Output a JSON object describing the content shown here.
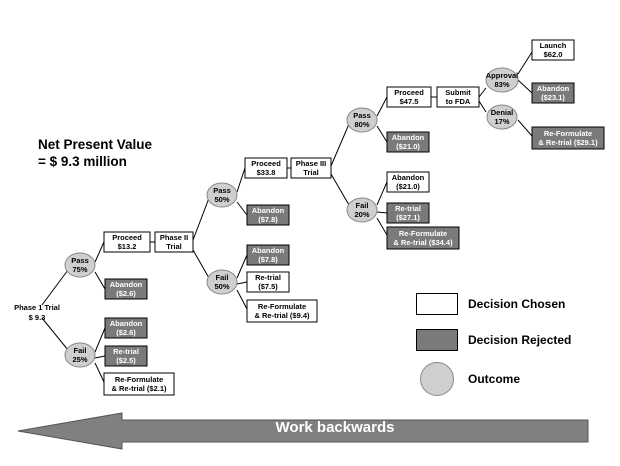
{
  "npv": {
    "line1": "Net Present Value",
    "line2": "= $ 9.3 million"
  },
  "root": {
    "line1": "Phase 1 Trial",
    "line2": "$ 9.3"
  },
  "boxes": [
    {
      "id": "p1-proceed",
      "lines": [
        "Proceed",
        "$13.2"
      ],
      "rejected": false
    },
    {
      "id": "p1-phase2",
      "lines": [
        "Phase II",
        "Trial"
      ],
      "rejected": false
    },
    {
      "id": "p1-abandon-pass",
      "lines": [
        "Abandon",
        "($2.6)"
      ],
      "rejected": true
    },
    {
      "id": "p1-abandon-fail",
      "lines": [
        "Abandon",
        "($2.6)"
      ],
      "rejected": true
    },
    {
      "id": "p1-retrial",
      "lines": [
        "Re-trial",
        "($2.5)"
      ],
      "rejected": true
    },
    {
      "id": "p1-reform",
      "lines": [
        "Re-Formulate",
        "& Re-trial ($2.1)"
      ],
      "rejected": false
    },
    {
      "id": "p2-proceed",
      "lines": [
        "Proceed",
        "$33.8"
      ],
      "rejected": false
    },
    {
      "id": "p2-phase3",
      "lines": [
        "Phase III",
        "Trial"
      ],
      "rejected": false
    },
    {
      "id": "p2-abandon-pass",
      "lines": [
        "Abandon",
        "($7.8)"
      ],
      "rejected": true
    },
    {
      "id": "p2-abandon-fail",
      "lines": [
        "Abandon",
        "($7.8)"
      ],
      "rejected": true
    },
    {
      "id": "p2-retrial",
      "lines": [
        "Re-trial",
        "($7.5)"
      ],
      "rejected": false
    },
    {
      "id": "p2-reform",
      "lines": [
        "Re-Formulate",
        "& Re-trial ($9.4)"
      ],
      "rejected": false
    },
    {
      "id": "p3-proceed",
      "lines": [
        "Proceed",
        "$47.5"
      ],
      "rejected": false
    },
    {
      "id": "p3-submit",
      "lines": [
        "Submit",
        "to FDA"
      ],
      "rejected": false
    },
    {
      "id": "p3-abandon-pass",
      "lines": [
        "Abandon",
        "($21.0)"
      ],
      "rejected": true
    },
    {
      "id": "p3-abandon-fail",
      "lines": [
        "Abandon",
        "($21.0)"
      ],
      "rejected": false
    },
    {
      "id": "p3-retrial",
      "lines": [
        "Re-trial",
        "($27.1)"
      ],
      "rejected": true
    },
    {
      "id": "p3-reform",
      "lines": [
        "Re-Formulate",
        "& Re-trial ($34.4)"
      ],
      "rejected": true
    },
    {
      "id": "launch",
      "lines": [
        "Launch",
        "$62.0"
      ],
      "rejected": false
    },
    {
      "id": "denial-abandon",
      "lines": [
        "Abandon",
        "($23.1)"
      ],
      "rejected": true
    },
    {
      "id": "denial-reform",
      "lines": [
        "Re-Formulate",
        "& Re-trial ($29.1)"
      ],
      "rejected": true
    }
  ],
  "outcomes": [
    {
      "id": "p1-pass",
      "lines": [
        "Pass",
        "75%"
      ]
    },
    {
      "id": "p1-fail",
      "lines": [
        "Fail",
        "25%"
      ]
    },
    {
      "id": "p2-pass",
      "lines": [
        "Pass",
        "50%"
      ]
    },
    {
      "id": "p2-fail",
      "lines": [
        "Fail",
        "50%"
      ]
    },
    {
      "id": "p3-pass",
      "lines": [
        "Pass",
        "80%"
      ]
    },
    {
      "id": "p3-fail",
      "lines": [
        "Fail",
        "20%"
      ]
    },
    {
      "id": "approval",
      "lines": [
        "Approval",
        "83%"
      ]
    },
    {
      "id": "denial",
      "lines": [
        "Denial",
        "17%"
      ]
    }
  ],
  "legend": {
    "chosen": "Decision Chosen",
    "rejected": "Decision Rejected",
    "outcome": "Outcome"
  },
  "arrow_label": "Work backwards",
  "colors": {
    "rejected_fill": "#7a7a7a",
    "outcome_fill": "#cfcfcf",
    "chosen_fill": "#ffffff"
  }
}
